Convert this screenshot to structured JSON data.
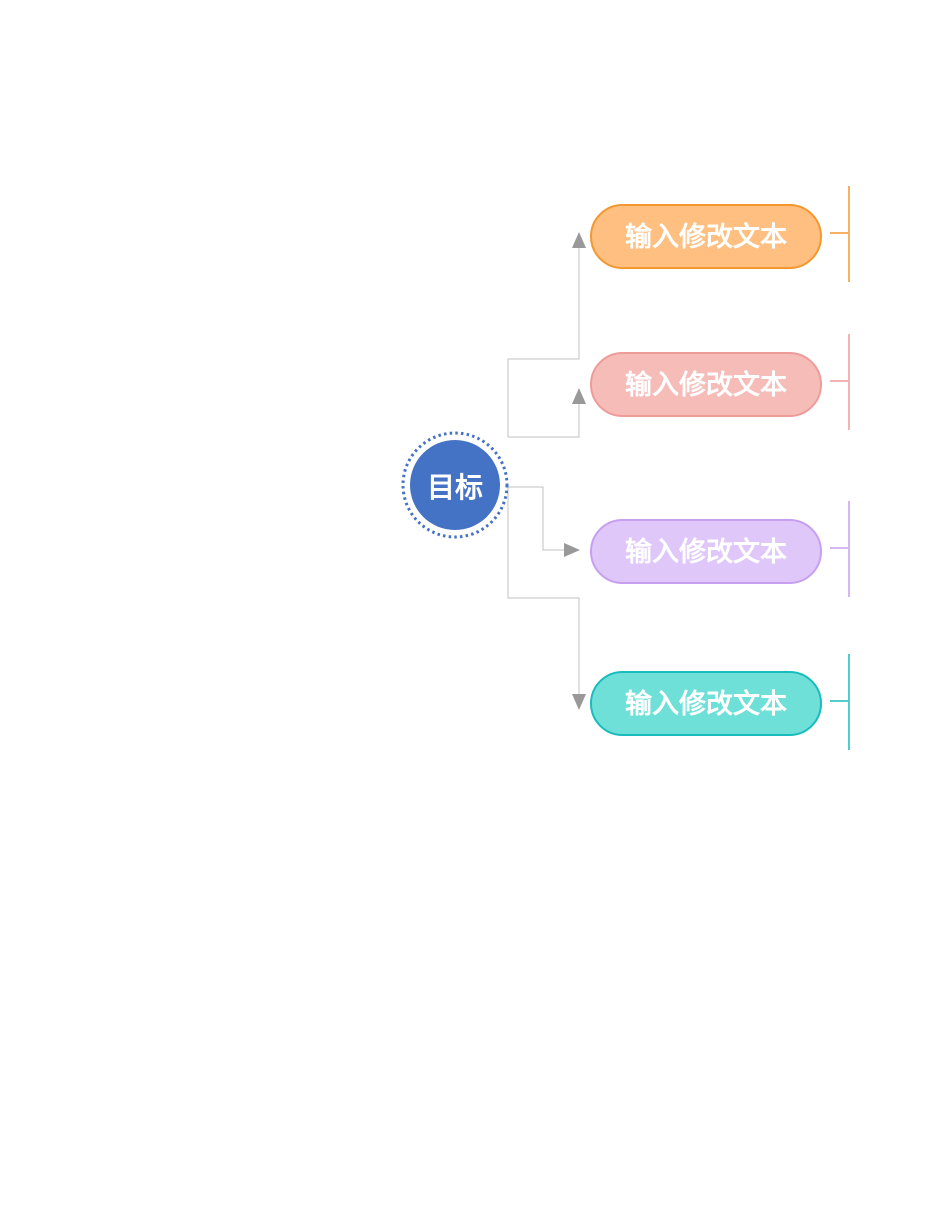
{
  "root": {
    "label": "目标",
    "color": "#4472c4"
  },
  "branches": [
    {
      "label": "输入修改文本",
      "fill": "#ffbf80",
      "stroke": "#f4972e"
    },
    {
      "label": "输入修改文本",
      "fill": "#f5bcb8",
      "stroke": "#ee9c9a"
    },
    {
      "label": "输入修改文本",
      "fill": "#e0c7fa",
      "stroke": "#c79ff0"
    },
    {
      "label": "输入修改文本",
      "fill": "#6fe0d8",
      "stroke": "#19bcbc"
    }
  ],
  "connector_color": "#c0c0c0",
  "arrow_color": "#999999"
}
